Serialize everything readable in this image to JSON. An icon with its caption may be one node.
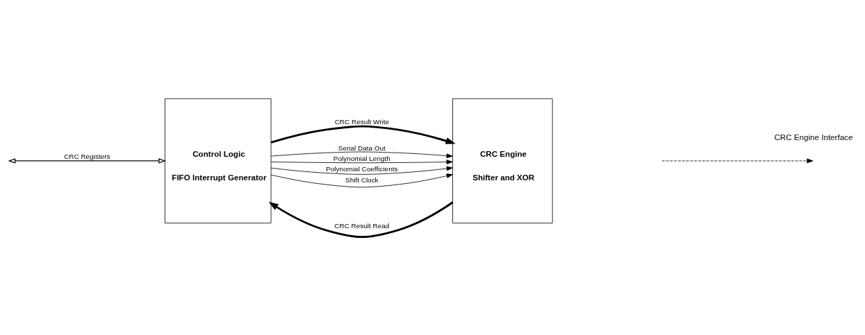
{
  "diagram": {
    "nodes": [
      {
        "text": [
          "Control Logic",
          "FIFO Interrupt Generator"
        ]
      },
      {
        "text": [
          "CRC Engine",
          "Shifter and XOR"
        ]
      }
    ],
    "edges": [
      {
        "from": null,
        "to": 0,
        "arrow": "both",
        "label": "CRC Registers"
      },
      {
        "from": 1,
        "to": 0,
        "arrow": "to",
        "label": "CRC Result Read",
        "style": "thick"
      },
      {
        "from": 0,
        "to": 1,
        "arrow": "to",
        "label": "CRC Result Write",
        "style": "thick"
      },
      {
        "from": 0,
        "to": 1,
        "arrow": "to",
        "label": "Serial Data Out"
      },
      {
        "from": 0,
        "to": 1,
        "arrow": "to",
        "label": "Polynomial Length"
      },
      {
        "from": 0,
        "to": 1,
        "arrow": "to",
        "label": "Polynomial Coefficients"
      },
      {
        "from": 0,
        "to": 1,
        "arrow": "to",
        "label": "Shift Clock"
      }
    ],
    "legend": [
      {
        "text": "CRC Engine Interface"
      }
    ]
  }
}
